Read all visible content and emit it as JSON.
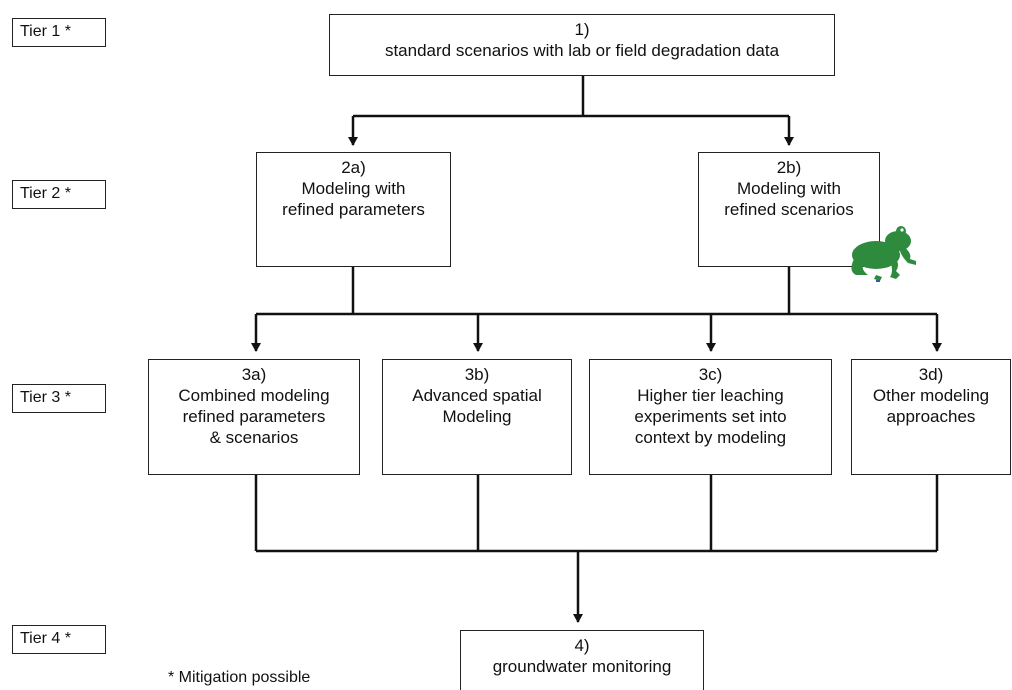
{
  "tiers": {
    "tier1": "Tier 1 *",
    "tier2": "Tier 2 *",
    "tier3": "Tier 3 *",
    "tier4": "Tier 4 *"
  },
  "nodes": {
    "n1": {
      "num": "1)",
      "text": "standard scenarios with lab or field degradation data"
    },
    "n2a": {
      "num": "2a)",
      "text": "Modeling with\nrefined parameters"
    },
    "n2b": {
      "num": "2b)",
      "text": "Modeling with\nrefined scenarios"
    },
    "n3a": {
      "num": "3a)",
      "text": "Combined modeling\nrefined parameters\n& scenarios"
    },
    "n3b": {
      "num": "3b)",
      "text": "Advanced spatial\nModeling"
    },
    "n3c": {
      "num": "3c)",
      "text": "Higher tier leaching\nexperiments set into\ncontext by modeling"
    },
    "n3d": {
      "num": "3d)",
      "text": "Other modeling\napproaches"
    },
    "n4": {
      "num": "4)",
      "text": "groundwater monitoring"
    }
  },
  "footnote": "* Mitigation possible",
  "colors": {
    "line": "#111111",
    "frog": "#2e8b3e"
  },
  "icons": {
    "frog": "frog-icon"
  }
}
